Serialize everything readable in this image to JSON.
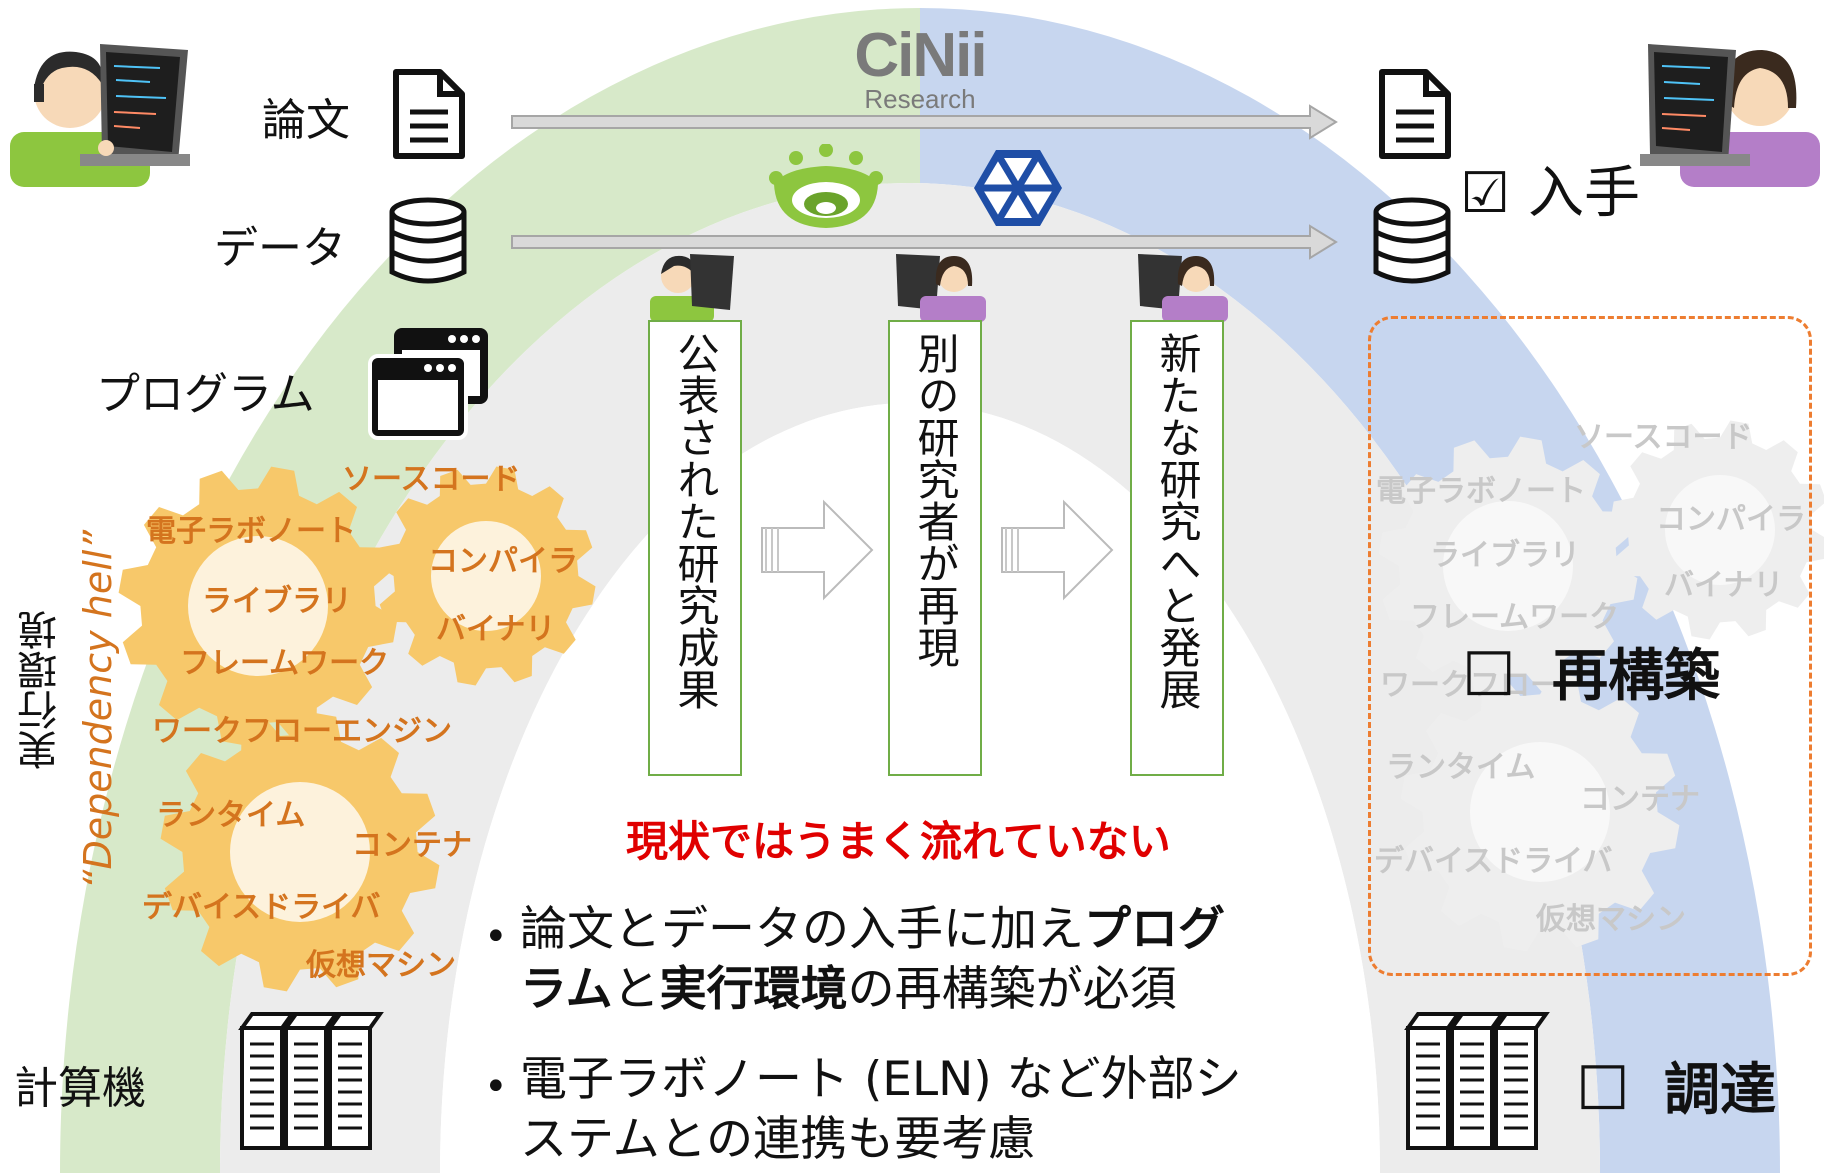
{
  "left_items": {
    "paper": "論文",
    "data": "データ",
    "program": "プログラム",
    "env_vertical": "実行環境",
    "dependency_hell": "“Dependency hell”",
    "computer": "計算機"
  },
  "logo": {
    "cinii_main": "CiNii",
    "cinii_sub": "Research"
  },
  "left_gear_terms": {
    "source_code": "ソースコード",
    "eln": "電子ラボノート",
    "compiler": "コンパイラ",
    "library": "ライブラリ",
    "binary": "バイナリ",
    "framework": "フレームワーク",
    "workflow_engine": "ワークフローエンジン",
    "runtime": "ランタイム",
    "container": "コンテナ",
    "device_driver": "デバイスドライバ",
    "vm": "仮想マシン"
  },
  "right_gear_terms": {
    "source_code": "ソースコード",
    "eln": "電子ラボノート",
    "compiler": "コンパイラ",
    "library": "ライブラリ",
    "binary": "バイナリ",
    "framework": "フレームワーク",
    "workflow": "ワークフロー",
    "runtime": "ランタイム",
    "container": "コンテナ",
    "device_driver": "デバイスドライバ",
    "vm": "仮想マシン"
  },
  "flow_boxes": [
    "公表された研究成果",
    "別の研究者が再現",
    "新たな研究へと発展"
  ],
  "status_red": "現状ではうまく流れていない",
  "checklist": {
    "obtain": "☑ 入手",
    "rebuild_box": "☐",
    "rebuild": "再構築",
    "procure_box": "☐",
    "procure": "調達"
  },
  "bullets": {
    "b1_part1": "論文とデータの入手に加え",
    "b1_bold1": "プログ",
    "b1_bold2": "ラム",
    "b1_part2": "と",
    "b1_bold3": "実行環境",
    "b1_part3": "の再構築が必須",
    "b2_line1": "電子ラボノート (ELN) など外部シ",
    "b2_line2": "ステムとの連携も要考慮"
  },
  "colors": {
    "arc_green": "#d5e8c8",
    "arc_blue": "#c6d5ee",
    "gear_orange": "#f7c86a",
    "gear_grey": "#eeeeee",
    "box_green": "#70ad47",
    "status_red": "#e00000",
    "dashed_orange": "#ed7d31"
  },
  "icons": [
    "document-icon",
    "database-icon",
    "window-icon",
    "server-icon",
    "researcher-illustration",
    "cinii-logo",
    "crown-logo",
    "hexagon-logo",
    "hollow-arrow-icon"
  ]
}
